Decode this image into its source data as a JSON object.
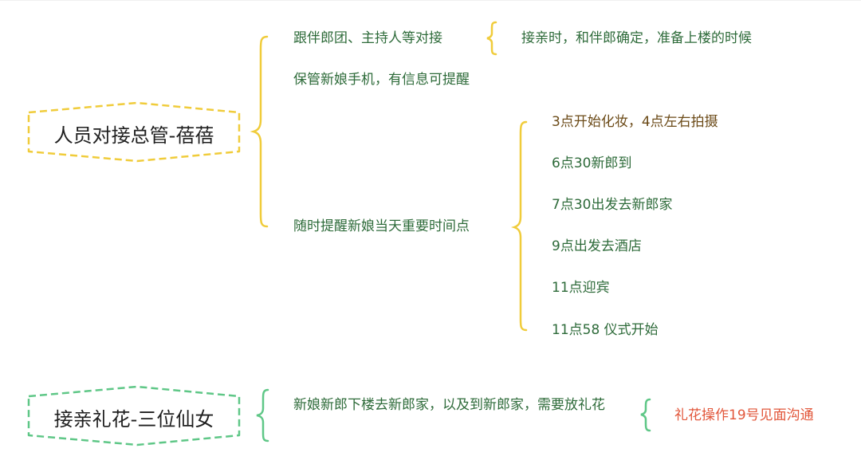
{
  "colors": {
    "yellow": "#f0cc3b",
    "green": "#5fc787",
    "text_green": "#2e6b3a",
    "text_brown": "#6b4a17",
    "text_red": "#e2573b"
  },
  "nodes": {
    "root1": "人员对接总管-蓓蓓",
    "root2": "接亲礼花-三位仙女"
  },
  "branch1": {
    "item1": "跟伴郎团、主持人等对接",
    "item1_child": "接亲时，和伴郎确定，准备上楼的时候",
    "item2": "保管新娘手机，有信息可提醒",
    "item3": "随时提醒新娘当天重要时间点",
    "timeline": [
      "3点开始化妆，4点左右拍摄",
      "6点30新郎到",
      "7点30出发去新郎家",
      "9点出发去酒店",
      "11点迎宾",
      "11点58 仪式开始"
    ]
  },
  "branch2": {
    "item1": "新娘新郎下楼去新郎家，以及到新郎家，需要放礼花",
    "item1_child": "礼花操作19号见面沟通"
  }
}
